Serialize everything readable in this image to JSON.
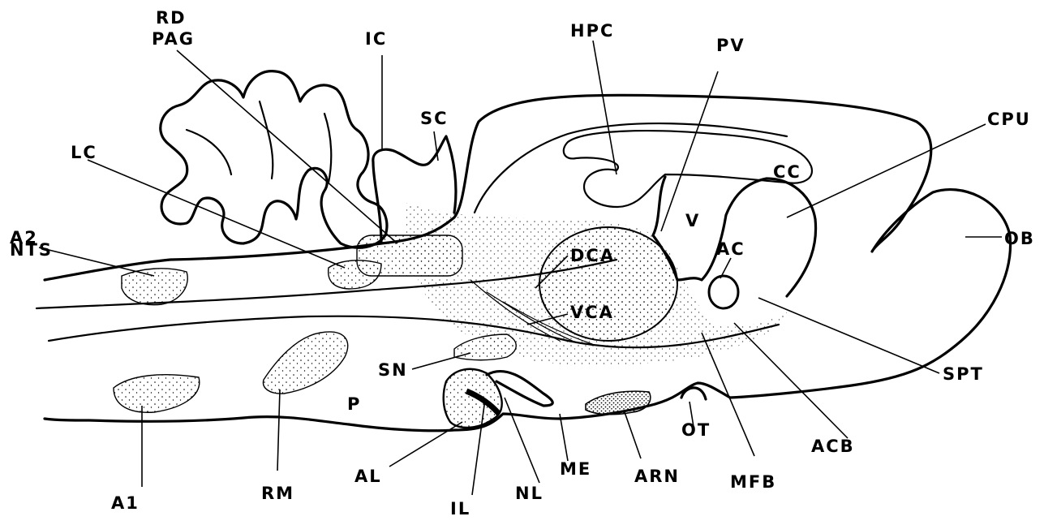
{
  "labels": {
    "rd": "RD",
    "pag": "PAG",
    "ic": "IC",
    "hpc": "HPC",
    "pv": "PV",
    "cpu": "CPU",
    "sc": "SC",
    "lc": "LC",
    "cc": "CC",
    "v": "V",
    "a2": "A2",
    "nts": "NTS",
    "ac": "AC",
    "ob": "OB",
    "dca": "DCA",
    "vca": "VCA",
    "sn": "SN",
    "spt": "SPT",
    "p": "P",
    "ot": "OT",
    "acb": "ACB",
    "al": "AL",
    "me": "ME",
    "arn": "ARN",
    "mfb": "MFB",
    "rm": "RM",
    "nl": "NL",
    "a1": "A1",
    "il": "IL"
  },
  "colors": {
    "ink": "#000000",
    "background": "#ffffff"
  }
}
